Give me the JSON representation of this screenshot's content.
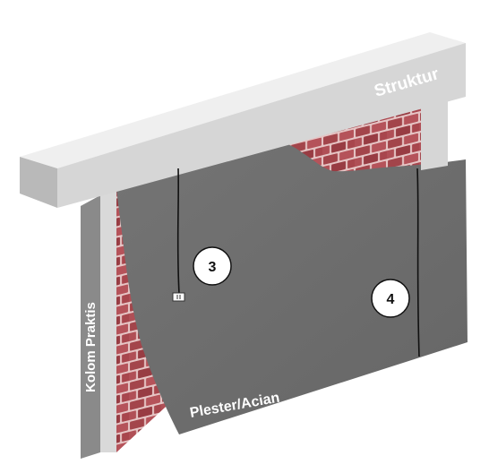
{
  "labels": {
    "structure": "Struktur",
    "column": "Kolom Praktis",
    "plaster": "Plester/Acian"
  },
  "markers": [
    {
      "id": "marker-3",
      "text": "3"
    },
    {
      "id": "marker-4",
      "text": "4"
    }
  ],
  "colors": {
    "frame_front": "#d9d9d9",
    "frame_top": "#f2f2f2",
    "frame_side": "#b9b9b9",
    "wall_plaster": "#6e6e6e",
    "brick": "#a0444a",
    "brick_mortar": "#e8c9c9",
    "label_text": "#ffffff"
  },
  "icons": {
    "outlet": "power-outlet-icon"
  }
}
